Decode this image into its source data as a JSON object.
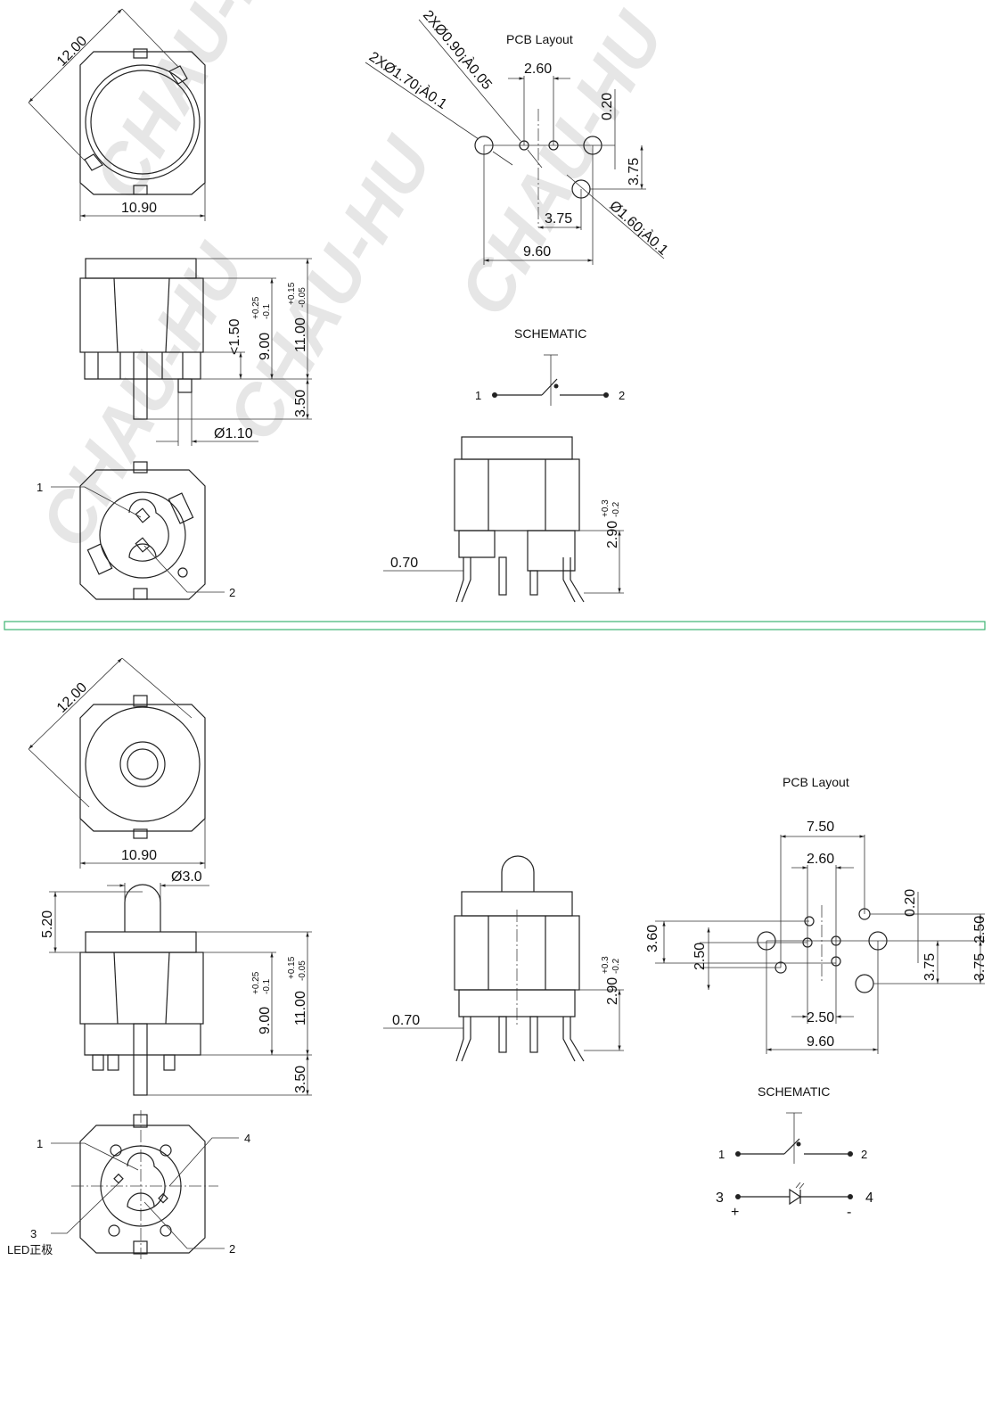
{
  "watermark": "CHAU-HU",
  "top": {
    "top_view": {
      "diag": "12.00",
      "width": "10.90"
    },
    "side_view": {
      "d150": "<1.50",
      "d900": "9.00",
      "d900_tol_plus": "+0.25",
      "d900_tol_minus": "-0.1",
      "d1100": "11.00",
      "d1100_tol_plus": "+0.15",
      "d1100_tol_minus": "-0.05",
      "d350": "3.50",
      "pin_dia": "Ø1.10"
    },
    "bottom_view": {
      "pin1": "1",
      "pin2": "2"
    },
    "pcb": {
      "title": "PCB Layout",
      "hole_small": "2XØ0.90¡À0.05",
      "hole_large": "2XØ1.70¡À0.1",
      "hole_mount": "Ø1.60¡À0.1",
      "d260": "2.60",
      "d020": "0.20",
      "d375v": "3.75",
      "d375h": "3.75",
      "d960": "9.60"
    },
    "schematic": {
      "title": "SCHEMATIC",
      "pin1": "1",
      "pin2": "2"
    },
    "front_view": {
      "d070": "0.70",
      "d290": "2.90",
      "d290_tol_plus": "+0.3",
      "d290_tol_minus": "-0.2"
    }
  },
  "bottom": {
    "top_view": {
      "diag": "12.00",
      "width": "10.90"
    },
    "side_view": {
      "led_dia": "Ø3.0",
      "d520": "5.20",
      "d900": "9.00",
      "d900_tol_plus": "+0.25",
      "d900_tol_minus": "-0.1",
      "d1100": "11.00",
      "d1100_tol_plus": "+0.15",
      "d1100_tol_minus": "-0.05",
      "d350": "3.50"
    },
    "bottom_view": {
      "pin1": "1",
      "pin2": "2",
      "pin3": "3",
      "pin4": "4",
      "led_anode": "LED正极"
    },
    "front_view": {
      "d070": "0.70",
      "d290": "2.90",
      "d290_tol_plus": "+0.3",
      "d290_tol_minus": "-0.2"
    },
    "pcb": {
      "title": "PCB Layout",
      "d750": "7.50",
      "d260": "2.60",
      "d020": "0.20",
      "d250_right": "2.50",
      "d375_inner": "3.75",
      "d375_right": "3.75",
      "d360": "3.60",
      "d250_left": "2.50",
      "d250_bottom": "2.50",
      "d960": "9.60"
    },
    "schematic": {
      "title": "SCHEMATIC",
      "pin1": "1",
      "pin2": "2",
      "pin3": "3",
      "pin4": "4",
      "plus": "+",
      "minus": "-"
    }
  },
  "colors": {
    "separator": "#3cb371",
    "line": "#222222"
  }
}
